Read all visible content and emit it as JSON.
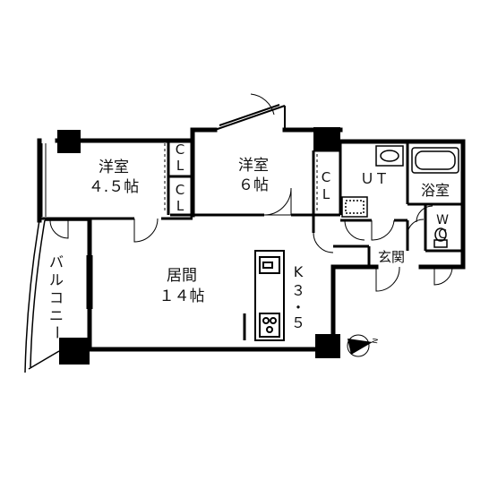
{
  "rooms": {
    "western_room_1": {
      "name": "洋室",
      "size": "４.５帖"
    },
    "western_room_2": {
      "name": "洋室",
      "size": "６帖"
    },
    "living": {
      "name": "居間",
      "size": "１４帖"
    },
    "closet_1": {
      "c": "C",
      "l": "L"
    },
    "closet_2": {
      "c": "C",
      "l": "L"
    },
    "closet_3": {
      "c": "C",
      "l": "L"
    },
    "kitchen": {
      "k": "K",
      "three": "３",
      "dot": "・",
      "five": "５"
    },
    "utility": "ＵＴ",
    "bathroom": "浴室",
    "wc": {
      "w": "W",
      "c": "C"
    },
    "entrance": "玄関",
    "balcony": {
      "ba": "バ",
      "ru": "ル",
      "ko": "コ",
      "ni": "ニ",
      "dash": "ー"
    }
  },
  "compass": {
    "label": "N"
  }
}
